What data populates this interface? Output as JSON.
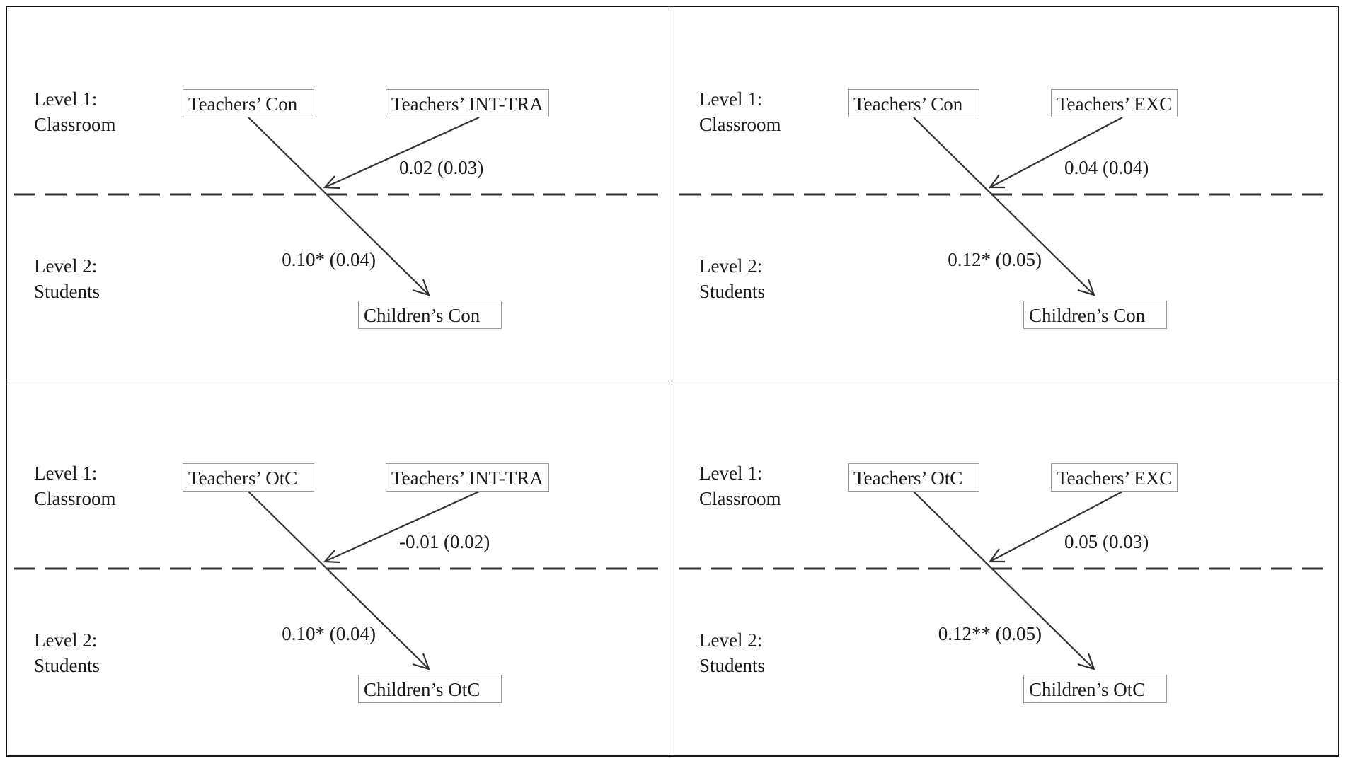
{
  "panels": [
    {
      "level1": {
        "line1": "Level 1:",
        "line2": "Classroom"
      },
      "level2": {
        "line1": "Level 2:",
        "line2": "Students"
      },
      "predictor": "Teachers’ Con",
      "moderator": "Teachers’ INT-TRA",
      "outcome": "Children’s Con",
      "moderation_coef": "0.02 (0.03)",
      "main_coef": "0.10* (0.04)"
    },
    {
      "level1": {
        "line1": "Level 1:",
        "line2": "Classroom"
      },
      "level2": {
        "line1": "Level 2:",
        "line2": "Students"
      },
      "predictor": "Teachers’ Con",
      "moderator": "Teachers’ EXC",
      "outcome": "Children’s Con",
      "moderation_coef": "0.04 (0.04)",
      "main_coef": "0.12* (0.05)"
    },
    {
      "level1": {
        "line1": "Level 1:",
        "line2": "Classroom"
      },
      "level2": {
        "line1": "Level 2:",
        "line2": "Students"
      },
      "predictor": "Teachers’ OtC",
      "moderator": "Teachers’ INT-TRA",
      "outcome": "Children’s OtC",
      "moderation_coef": "-0.01 (0.02)",
      "main_coef": "0.10* (0.04)"
    },
    {
      "level1": {
        "line1": "Level 1:",
        "line2": "Classroom"
      },
      "level2": {
        "line1": "Level 2:",
        "line2": "Students"
      },
      "predictor": "Teachers’ OtC",
      "moderator": "Teachers’ EXC",
      "outcome": "Children’s OtC",
      "moderation_coef": "0.05 (0.03)",
      "main_coef": "0.12** (0.05)"
    }
  ],
  "colors": {
    "line": "#333333",
    "box_border": "#9a9a9a"
  }
}
